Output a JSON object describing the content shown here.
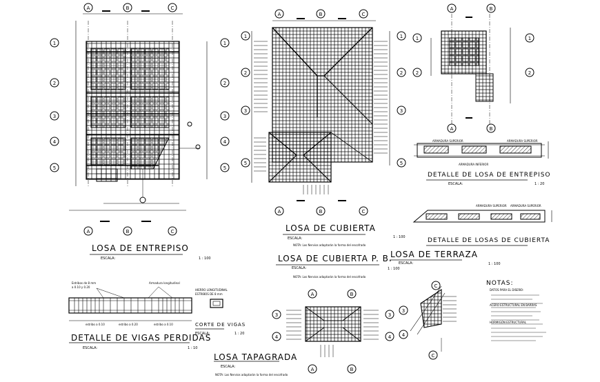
{
  "titles": {
    "losa_entrepiso": "LOSA  DE  ENTREPISO",
    "losa_cubierta": "LOSA  DE  CUBIERTA",
    "losa_cubierta_pb": "LOSA  DE  CUBIERTA  P.  B.",
    "losa_terraza": "LOSA  DE  TERRAZA",
    "losa_tapagrada": "LOSA  TAPAGRADA",
    "detalle_losa_entrepiso": "DETALLE  DE  LOSA  DE  ENTREPISO",
    "detalle_losas_cubierta": "DETALLE  DE  LOSAS  DE  CUBIERTA",
    "detalle_vigas_perdidas": "DETALLE  DE  VIGAS  PERDIDAS",
    "corte_vigas": "CORTE  DE  VIGAS",
    "notas": "NOTAS:"
  },
  "scales": {
    "entrepiso": "1 : 100",
    "cubierta": "1 : 100",
    "cubierta_pb": "1 : 100",
    "terraza": "1 : 100",
    "detalle_entrepiso": "1 : 20",
    "detalle_vigas": "1 : 10",
    "corte_vigas": "1 : 20"
  },
  "escala_label": "ESCALA:",
  "grid_letters": [
    "A",
    "B",
    "C"
  ],
  "grid_numbers": [
    "1",
    "2",
    "3",
    "4",
    "5"
  ],
  "notes": {
    "cubierta": "NOTA: Los Nervios adaptarán la forma del encofrado",
    "cubierta_pb": "NOTA: Los Nervios adaptarán la forma del encofrado",
    "tapagrada": "NOTA: Los Nervios adaptarán la forma del encofrado"
  },
  "detail_labels": {
    "armadura_superior": "ARMADURA SUPERIOR",
    "armadura_inferior": "ARMADURA INFERIOR",
    "estribos": "Estribos de 8 mm",
    "estribos_spacing": "a 0.10 y 0.20",
    "armadura_longitudinal": "Armadura longitudinal",
    "hierro_longitudinal": "HIERRO LONGITUDINAL",
    "estribos_corte": "ESTRIBOS DE 8 mm",
    "estribo_a": "estribo a 0.10",
    "estribo_b": "estribo a 0.20",
    "estribo_c": "estribo a 0.10"
  },
  "notas_items": [
    "DATOS PARA EL DISEÑO:",
    "ACERO ESTRUCTURAL EN BARRAS",
    "HORMIGÓN ESTRUCTURAL"
  ]
}
